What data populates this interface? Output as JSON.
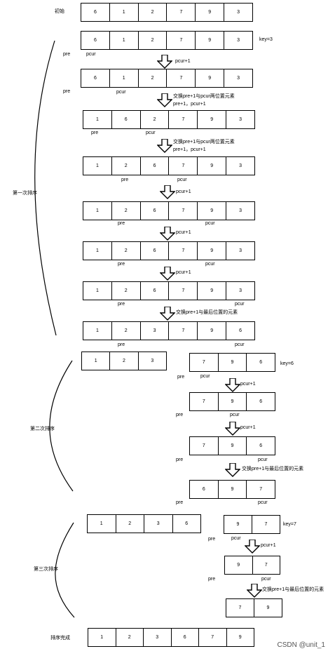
{
  "rows": [
    {
      "values": [
        "6",
        "1",
        "2",
        "7",
        "9",
        "3"
      ],
      "note_right": "",
      "label_left": "初始"
    },
    {
      "values": [
        "6",
        "1",
        "2",
        "7",
        "9",
        "3"
      ],
      "note_right": "key=3"
    },
    {
      "values": [
        "6",
        "1",
        "2",
        "7",
        "9",
        "3"
      ]
    },
    {
      "values": [
        "1",
        "6",
        "2",
        "7",
        "9",
        "3"
      ]
    },
    {
      "values": [
        "1",
        "2",
        "6",
        "7",
        "9",
        "3"
      ]
    },
    {
      "values": [
        "1",
        "2",
        "6",
        "7",
        "9",
        "3"
      ]
    },
    {
      "values": [
        "1",
        "2",
        "6",
        "7",
        "9",
        "3"
      ]
    },
    {
      "values": [
        "1",
        "2",
        "6",
        "7",
        "9",
        "3"
      ]
    },
    {
      "values": [
        "1",
        "2",
        "3",
        "7",
        "9",
        "6"
      ]
    },
    {
      "values": [
        "1",
        "2",
        "3"
      ]
    },
    {
      "values": [
        "7",
        "9",
        "6"
      ],
      "note_right": "key=6"
    },
    {
      "values": [
        "7",
        "9",
        "6"
      ]
    },
    {
      "values": [
        "7",
        "9",
        "6"
      ]
    },
    {
      "values": [
        "6",
        "9",
        "7"
      ]
    },
    {
      "values": [
        "1",
        "2",
        "3",
        "6"
      ]
    },
    {
      "values": [
        "9",
        "7"
      ],
      "note_right": "key=7"
    },
    {
      "values": [
        "9",
        "7"
      ]
    },
    {
      "values": [
        "7",
        "9"
      ]
    },
    {
      "values": [
        "1",
        "2",
        "3",
        "6",
        "7",
        "9"
      ],
      "label_left": "排序完成"
    }
  ],
  "steps": {
    "s1": "pcur+1",
    "s2a": "交换pre+1与pcur两位置元素",
    "s2b": "pre+1，pcur+1",
    "s3a": "交换pre+1与pcur两位置元素",
    "s3b": "pre+1，pcur+1",
    "s4": "pcur+1",
    "s5": "pcur+1",
    "s6": "pcur+1",
    "s7": "交换pre+1与最后位置的元素",
    "t1": "pcur+1",
    "t2": "pcur+1",
    "t3": "交换pre+1与最后位置的元素",
    "u1": "pcur+1",
    "u2": "交换pre+1与最后位置的元素"
  },
  "pointers": {
    "pre": "pre",
    "pcur": "pcur"
  },
  "stages": {
    "first": "第一次排序",
    "second": "第二次排序",
    "third": "第三次排序"
  },
  "watermark": "CSDN @unit_1"
}
